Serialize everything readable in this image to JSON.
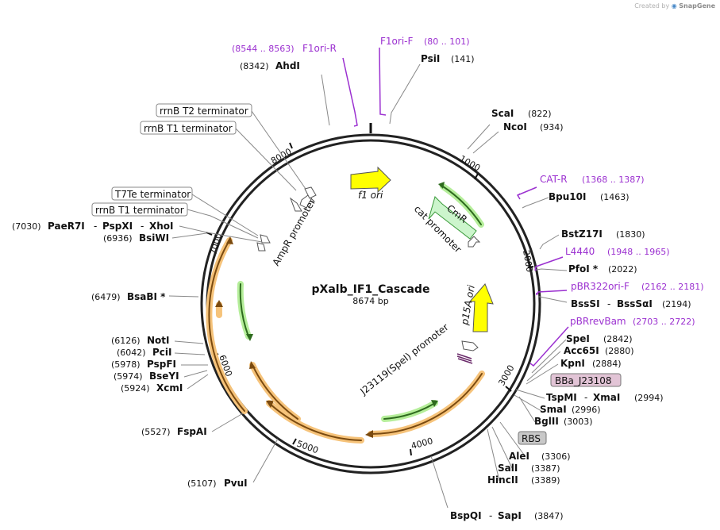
{
  "credit": {
    "prefix": "Created by",
    "brand": "SnapGene"
  },
  "plasmid": {
    "name": "pXalb_IF1_Cascade",
    "length": "8674 bp"
  },
  "sites": [
    {
      "name": "AhdI",
      "pos": "(8342)"
    },
    {
      "name": "PsiI",
      "pos": "(141)"
    },
    {
      "name": "ScaI",
      "pos": "(822)"
    },
    {
      "name": "NcoI",
      "pos": "(934)"
    },
    {
      "name": "Bpu10I",
      "pos": "(1463)"
    },
    {
      "name": "BstZ17I",
      "pos": "(1830)"
    },
    {
      "name": "PfoI *",
      "pos": "(2022)"
    },
    {
      "name": "BssSI",
      "sep": "-",
      "name2": "BssSαI",
      "pos": "(2194)"
    },
    {
      "name": "SpeI",
      "pos": "(2842)"
    },
    {
      "name": "Acc65I",
      "pos": "(2880)"
    },
    {
      "name": "KpnI",
      "pos": "(2884)"
    },
    {
      "name": "TspMI",
      "sep": "-",
      "name2": "XmaI",
      "pos": "(2994)"
    },
    {
      "name": "SmaI",
      "pos": "(2996)"
    },
    {
      "name": "BglII",
      "pos": "(3003)"
    },
    {
      "name": "AleI",
      "pos": "(3306)"
    },
    {
      "name": "SalI",
      "pos": "(3387)"
    },
    {
      "name": "HincII",
      "pos": "(3389)"
    },
    {
      "name": "BspQI",
      "sep": "-",
      "name2": "SapI",
      "pos": "(3847)"
    },
    {
      "name": "PvuI",
      "pos": "(5107)"
    },
    {
      "name": "FspAI",
      "pos": "(5527)"
    },
    {
      "name": "XcmI",
      "pos": "(5924)"
    },
    {
      "name": "BseYI",
      "pos": "(5974)"
    },
    {
      "name": "PspFI",
      "pos": "(5978)"
    },
    {
      "name": "PciI",
      "pos": "(6042)"
    },
    {
      "name": "NotI",
      "pos": "(6126)"
    },
    {
      "name": "BsaBI *",
      "pos": "(6479)"
    },
    {
      "name": "BsiWI",
      "pos": "(6936)"
    },
    {
      "name": "PaeR7I",
      "sep": "-",
      "name2": "PspXI",
      "sep2": "-",
      "name3": "XhoI",
      "pos": "(7030)"
    }
  ],
  "primers": [
    {
      "name": "F1ori-R",
      "range": "(8544 .. 8563)",
      "color": "#9b30d0"
    },
    {
      "name": "F1ori-F",
      "range": "(80 .. 101)",
      "color": "#9b30d0"
    },
    {
      "name": "CAT-R",
      "range": "(1368 .. 1387)",
      "color": "#9b30d0"
    },
    {
      "name": "L4440",
      "range": "(1948 .. 1965)",
      "color": "#9b30d0"
    },
    {
      "name": "pBR322ori-F",
      "range": "(2162 .. 2181)",
      "color": "#9b30d0"
    },
    {
      "name": "pBRrevBam",
      "range": "(2703 .. 2722)",
      "color": "#9b30d0"
    }
  ],
  "boxed_features": [
    "rrnB T2 terminator",
    "rrnB T1 terminator",
    "T7Te terminator",
    "rrnB T1 terminator"
  ],
  "part_labels": [
    {
      "text": "BBa_J23108",
      "fill": "#e2c4d6"
    },
    {
      "text": "RBS",
      "fill": "#c8c8c8"
    }
  ],
  "features": {
    "f1_ori": "f1 ori",
    "cat_promoter": "cat promoter",
    "cmr": "CmR",
    "ampr_promoter": "AmpR promoter",
    "p15a_ori": "p15A ori",
    "j23119": "J23119(SpeI) promoter"
  },
  "ticks": [
    "1000",
    "2000",
    "3000",
    "4000",
    "5000",
    "6000",
    "7000",
    "8000"
  ],
  "colors": {
    "primer": "#9b30d0",
    "ori": "#ffff00",
    "cds_orange": "#f6a23c",
    "cds_green": "#9be07a",
    "cmr_fill": "#ccf5cc",
    "cmr_stroke": "#3a9a3a"
  }
}
